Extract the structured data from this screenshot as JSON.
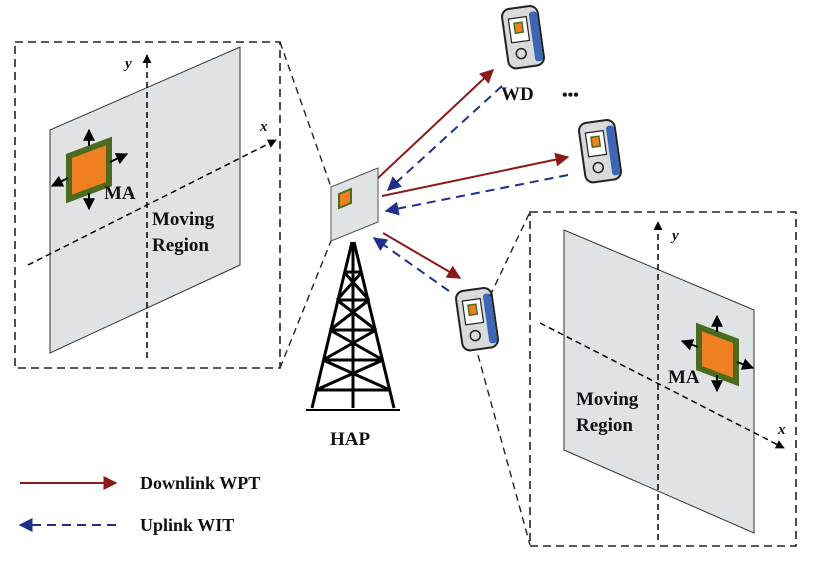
{
  "figure": {
    "left_panel": {
      "axis_x_label": "x",
      "axis_y_label": "y",
      "antenna_label": "MA",
      "region_label_line1": "Moving",
      "region_label_line2": "Region"
    },
    "right_panel": {
      "axis_x_label": "x",
      "axis_y_label": "y",
      "antenna_label": "MA",
      "region_label_line1": "Moving",
      "region_label_line2": "Region"
    },
    "hap_label": "HAP",
    "wd_label": "WD",
    "ellipsis": "•••",
    "legend": {
      "downlink_label": "Downlink WPT",
      "uplink_label": "Uplink WIT"
    },
    "colors": {
      "downlink": "#8b1a1a",
      "uplink": "#1f2f8c",
      "antenna_fill": "#f07f22",
      "antenna_border": "#4d6b1e",
      "region_fill": "#e0e3e5",
      "device_blue": "#3b67b5"
    }
  }
}
